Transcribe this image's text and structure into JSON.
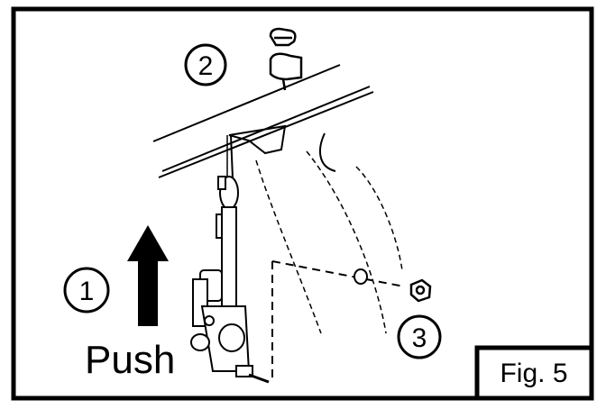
{
  "figure": {
    "label": "Fig. 5",
    "action_label": "Push",
    "steps": [
      {
        "number": "1"
      },
      {
        "number": "2"
      },
      {
        "number": "3"
      }
    ],
    "colors": {
      "ink": "#000000",
      "paper": "#ffffff"
    },
    "icons": {
      "arrow": "up-arrow-icon",
      "clip": "push-clip-icon",
      "nut": "hex-nut-icon",
      "washer": "washer-icon"
    }
  }
}
